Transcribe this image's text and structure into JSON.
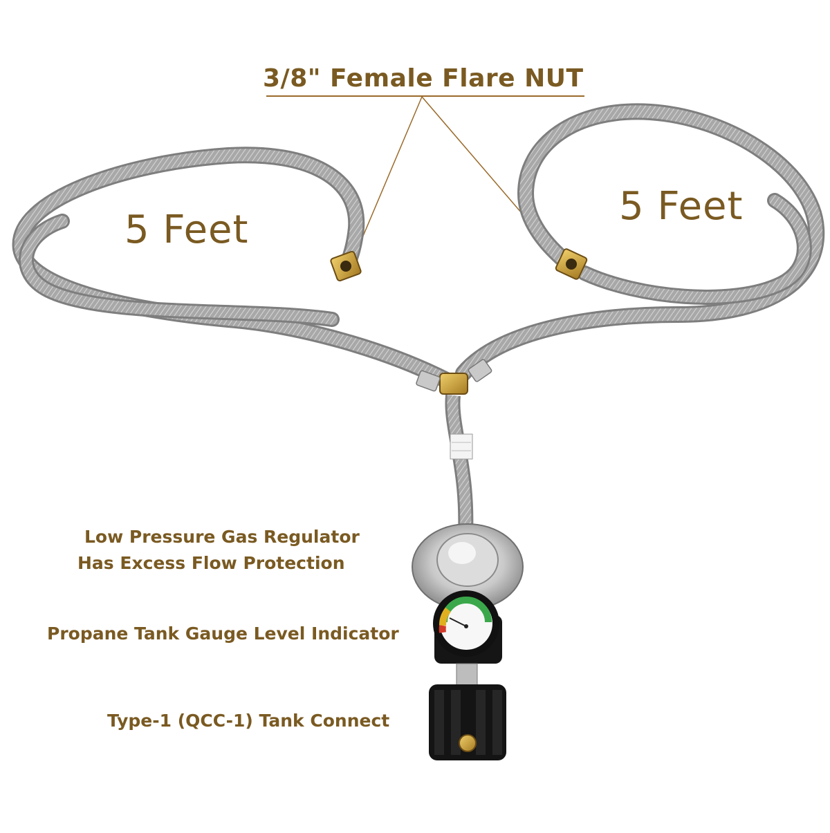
{
  "labels": {
    "flare_nut": "3/8\" Female Flare NUT",
    "left_hose_length": "5 Feet",
    "right_hose_length": "5 Feet",
    "regulator_line1": "Low Pressure Gas Regulator",
    "regulator_line2": "Has Excess Flow Protection",
    "gauge": "Propane Tank Gauge Level Indicator",
    "tank_connect": "Type-1 (QCC-1) Tank Connect"
  },
  "colors": {
    "label_text": "#7a5a22",
    "hose": "#9a9a9a",
    "brass": "#c89a3a",
    "gauge_green": "#3aa84a",
    "connector": "#111111"
  }
}
